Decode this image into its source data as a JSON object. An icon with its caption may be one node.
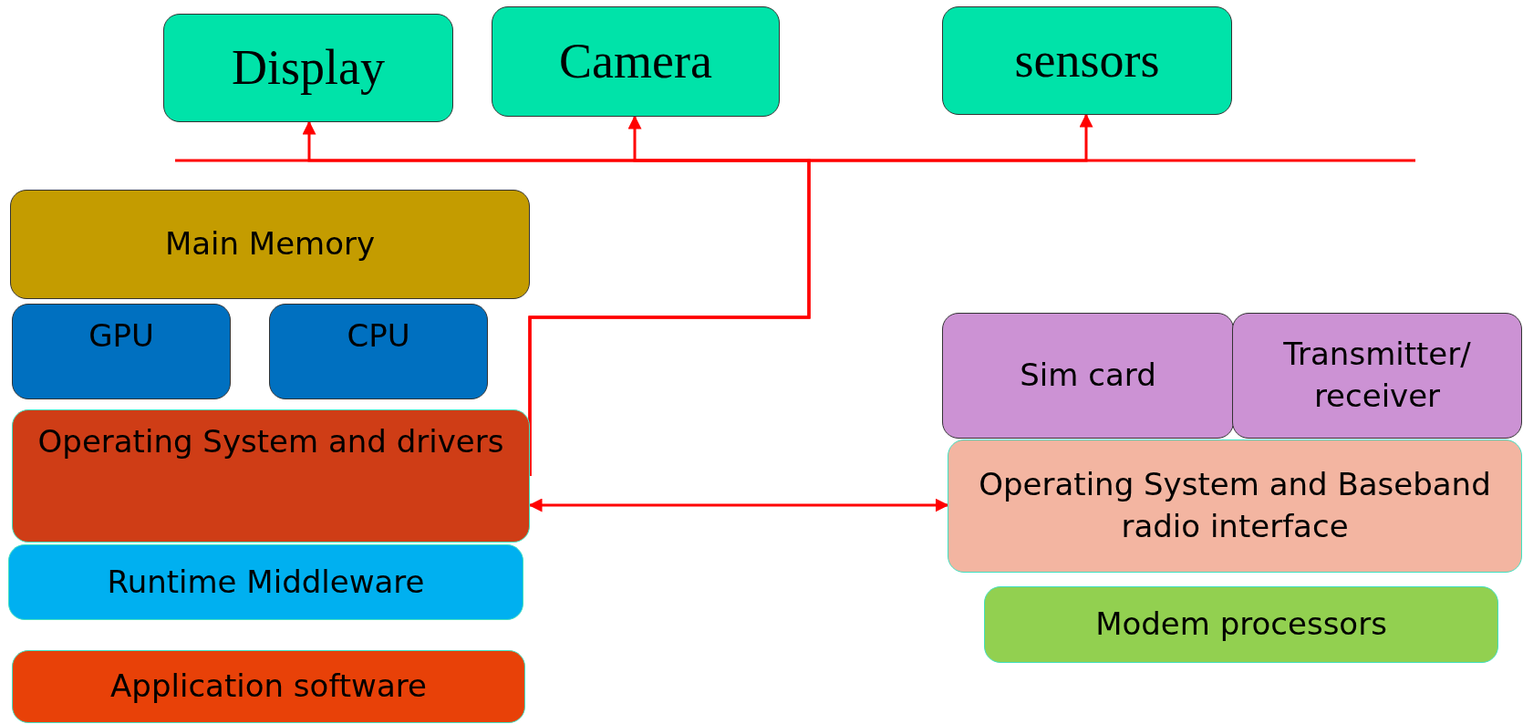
{
  "diagram": {
    "nodes": [
      {
        "text": [
          "Display"
        ]
      },
      {
        "text": [
          "Camera"
        ]
      },
      {
        "text": [
          "sensors"
        ]
      },
      {
        "text": [
          "Main Memory"
        ]
      },
      {
        "text": [
          "GPU"
        ]
      },
      {
        "text": [
          "CPU"
        ]
      },
      {
        "text": [
          "Operating System and drivers"
        ]
      },
      {
        "text": [
          "Runtime Middleware"
        ]
      },
      {
        "text": [
          "Application software"
        ]
      },
      {
        "text": [
          "Sim card"
        ]
      },
      {
        "text": [
          "Transmitter/ receiver"
        ]
      },
      {
        "text": [
          "Operating System and Baseband radio interface"
        ]
      },
      {
        "text": [
          "Modem processors"
        ]
      }
    ],
    "edges": [
      {
        "from": 6,
        "to": 0,
        "arrow": "to",
        "color": "#ff0000"
      },
      {
        "from": 6,
        "to": 1,
        "arrow": "to",
        "color": "#ff0000"
      },
      {
        "from": 6,
        "to": 2,
        "arrow": "to",
        "color": "#ff0000"
      },
      {
        "from": 6,
        "to": 11,
        "arrow": "both",
        "color": "#ff0000"
      }
    ]
  }
}
